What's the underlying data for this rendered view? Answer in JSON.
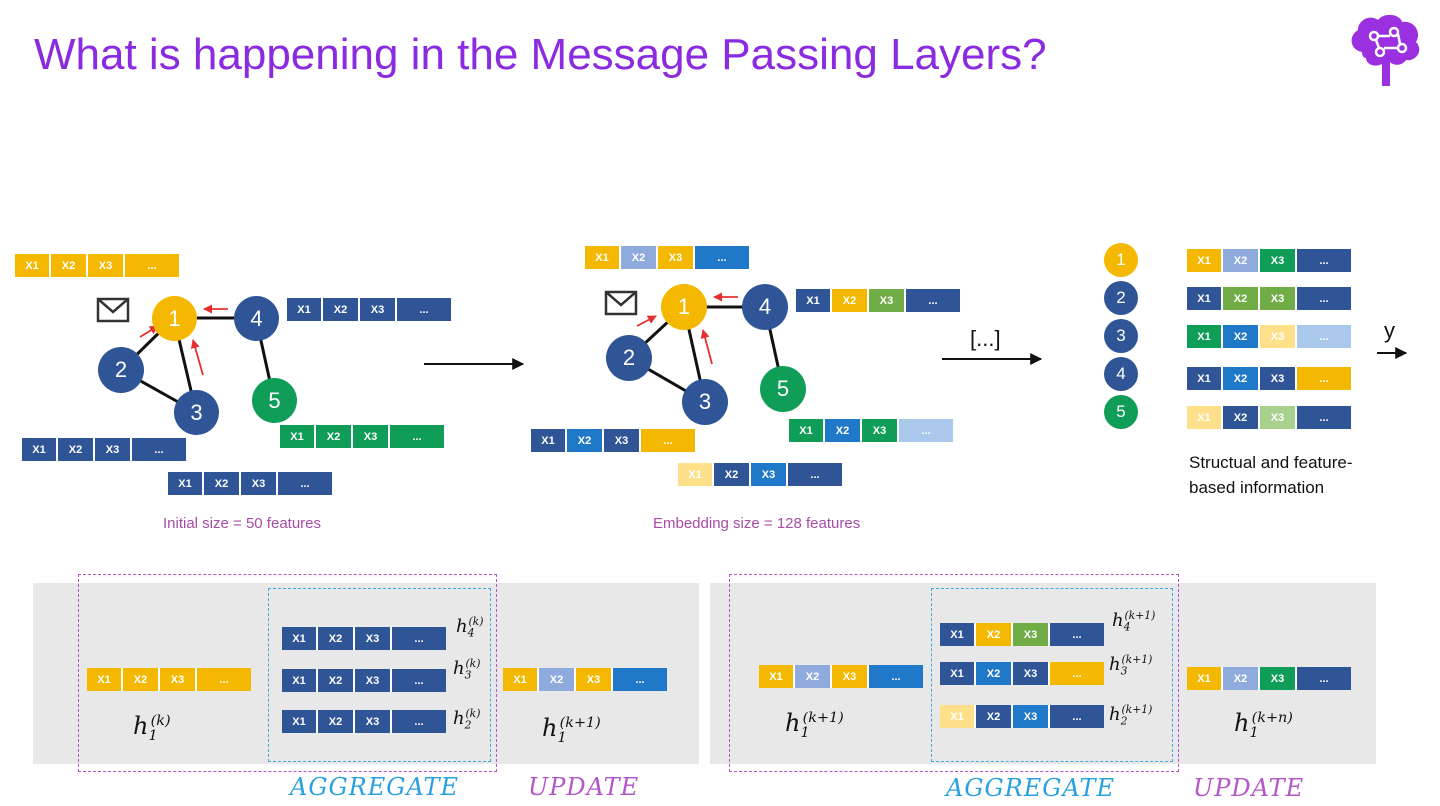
{
  "slide": {
    "title": "What is happening in the Message Passing Layers?"
  },
  "labels": {
    "x1": "X1",
    "x2": "X2",
    "x3": "X3",
    "dots": "..."
  },
  "graph_nodes": [
    "1",
    "2",
    "3",
    "4",
    "5"
  ],
  "captions": {
    "initial": "Initial size = 50 features",
    "embedding": "Embedding size = 128 features",
    "ellipsis": "[...]",
    "output": "y",
    "structural_line1": "Structual and feature-",
    "structural_line2": "based information"
  },
  "bottom": {
    "aggregate": "AGGREGATE",
    "update": "UPDATE"
  },
  "math": {
    "h": "h",
    "k": "(k)",
    "k1": "(k+1)",
    "kn": "(k+n)",
    "i1": "1",
    "i2": "2",
    "i3": "3",
    "i4": "4"
  },
  "colors": {
    "title": "#8a2be2",
    "yellow": "#f5b800",
    "dark_blue": "#2f5597",
    "green": "#0f9d58",
    "aggregate": "#2aa0e0",
    "update": "#b455c8",
    "arrow_red": "#e53030"
  },
  "icons": [
    "envelope-icon",
    "brain-circuit-icon"
  ]
}
